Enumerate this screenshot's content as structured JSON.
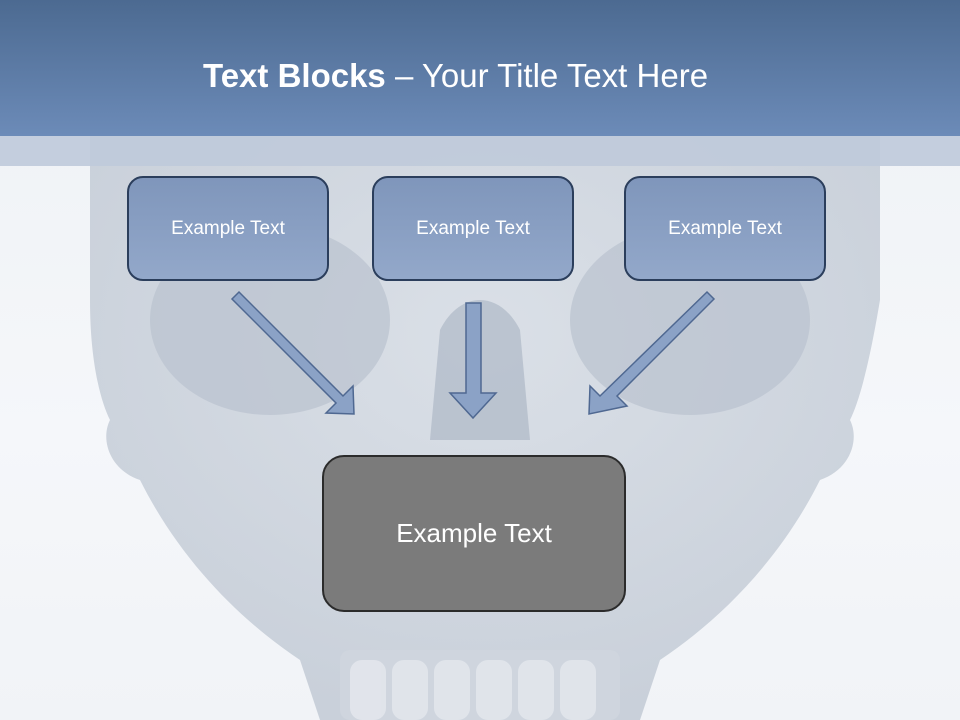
{
  "slide": {
    "title_bold": "Text Blocks",
    "title_dash": " – ",
    "title_rest": "Your Title Text Here"
  },
  "blocks": {
    "top": [
      {
        "label": "Example Text"
      },
      {
        "label": "Example Text"
      },
      {
        "label": "Example Text"
      }
    ],
    "bottom": {
      "label": "Example Text"
    }
  },
  "colors": {
    "title_band": "#5d7aa4",
    "top_box_fill": "#8aa0c4",
    "bottom_box_fill": "#7b7b7b",
    "arrow_fill": "#8ba2c6"
  },
  "background": {
    "icon": "skull-image"
  }
}
